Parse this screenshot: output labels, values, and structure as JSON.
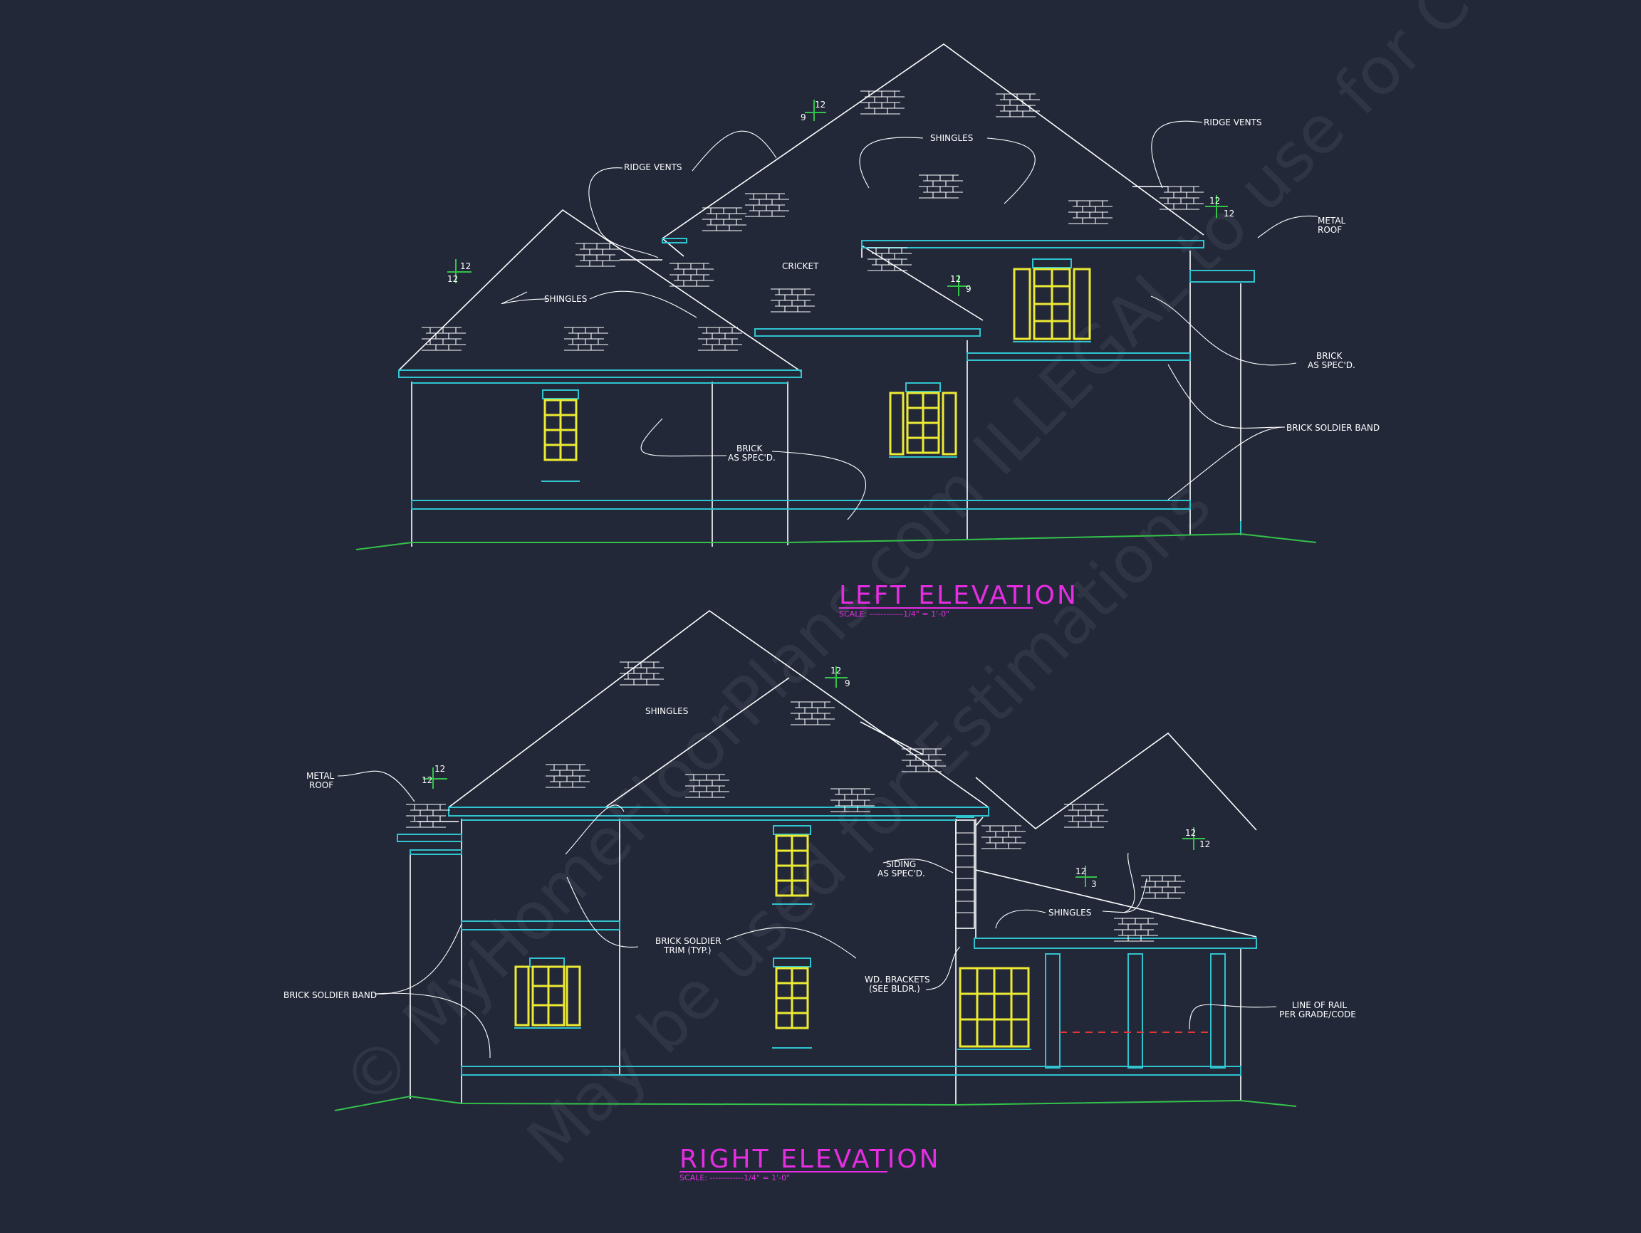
{
  "watermark": {
    "line1": "© MyHomeFloorPlans.com ILLEGAL to use for Construction",
    "line2": "May be used for Estimations"
  },
  "left_elevation": {
    "title": "LEFT ELEVATION",
    "scale": "SCALE: ------------1/4\" = 1'-0\"",
    "pitch_labels": [
      "12",
      "9",
      "12",
      "12",
      "12",
      "9",
      "12",
      "12"
    ],
    "notes": {
      "ridge_vents_left": "RIDGE VENTS",
      "shingles_upper": "SHINGLES",
      "ridge_vents_right": "RIDGE VENTS",
      "metal_roof_1": "METAL",
      "metal_roof_2": "ROOF",
      "cricket": "CRICKET",
      "shingles_lower": "SHINGLES",
      "brick_1": "BRICK",
      "brick_2": "AS SPEC'D.",
      "brick_right_1": "BRICK",
      "brick_right_2": "AS SPEC'D.",
      "soldier_band": "BRICK SOLDIER BAND"
    }
  },
  "right_elevation": {
    "title": "RIGHT ELEVATION",
    "scale": "SCALE: ------------1/4\" = 1'-0\"",
    "pitch_labels": [
      "12",
      "9",
      "12",
      "12",
      "12",
      "3",
      "12",
      "12"
    ],
    "notes": {
      "shingles_top": "SHINGLES",
      "metal_roof_1": "METAL",
      "metal_roof_2": "ROOF",
      "siding_1": "SIDING",
      "siding_2": "AS SPEC'D.",
      "shingles_porch": "SHINGLES",
      "soldier_trim_1": "BRICK SOLDIER",
      "soldier_trim_2": "TRIM (TYP.)",
      "brackets_1": "WD. BRACKETS",
      "brackets_2": "(SEE BLDR.)",
      "soldier_band": "BRICK SOLDIER BAND",
      "rail_1": "LINE OF RAIL",
      "rail_2": "PER GRADE/CODE"
    }
  },
  "colors": {
    "background": "#232839",
    "linework": "#ffffff",
    "trim": "#2fc4cf",
    "windows": "#ecea32",
    "grade": "#33c24a",
    "titles": "#e62de2",
    "rail": "#e23535"
  }
}
